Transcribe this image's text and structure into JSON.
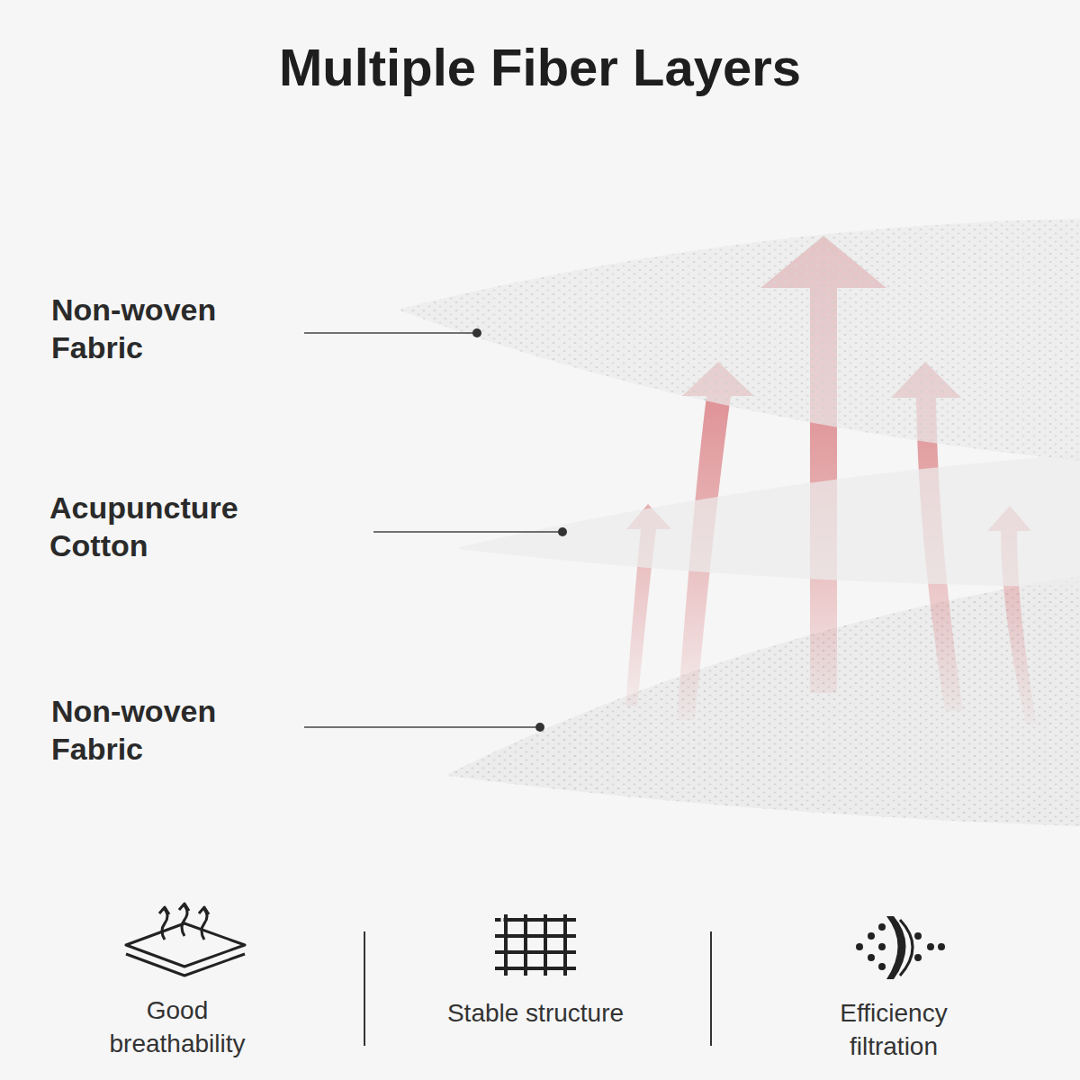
{
  "diagram": {
    "title": "Multiple Fiber Layers",
    "labels": [
      "Non-woven Fabric",
      "Acupuncture Cotton",
      "Non-woven Fabric",
      "Good breathability",
      "Stable structure",
      "Efficiency filtration"
    ]
  }
}
